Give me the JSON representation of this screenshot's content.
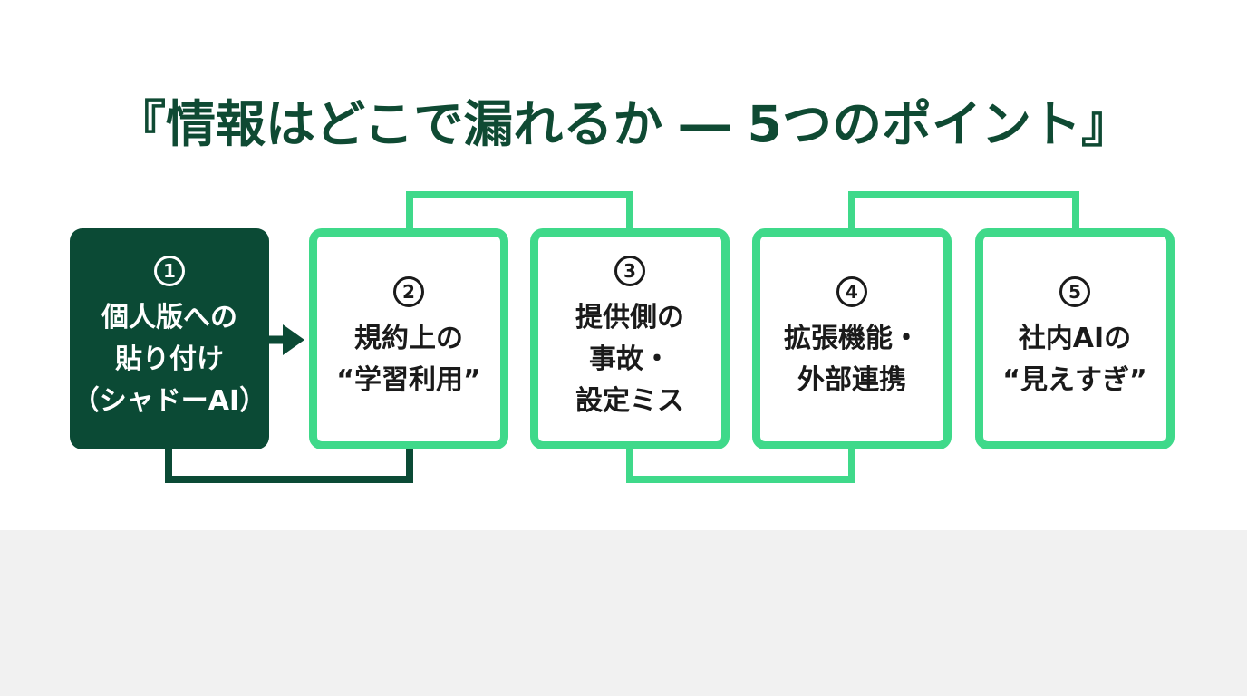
{
  "title": "『情報はどこで漏れるか ― 5つのポイント』",
  "colors": {
    "dark_green": "#0b4a35",
    "accent_green": "#3fd98a",
    "title_green": "#0f4a33"
  },
  "points": [
    {
      "number": "1",
      "lines": [
        "個人版への",
        "貼り付け",
        "（シャドーAI）"
      ]
    },
    {
      "number": "2",
      "lines": [
        "規約上の",
        "“学習利用”"
      ]
    },
    {
      "number": "3",
      "lines": [
        "提供側の",
        "事故・",
        "設定ミス"
      ]
    },
    {
      "number": "4",
      "lines": [
        "拡張機能・",
        "外部連携"
      ]
    },
    {
      "number": "5",
      "lines": [
        "社内AIの",
        "“見えすぎ”"
      ]
    }
  ]
}
